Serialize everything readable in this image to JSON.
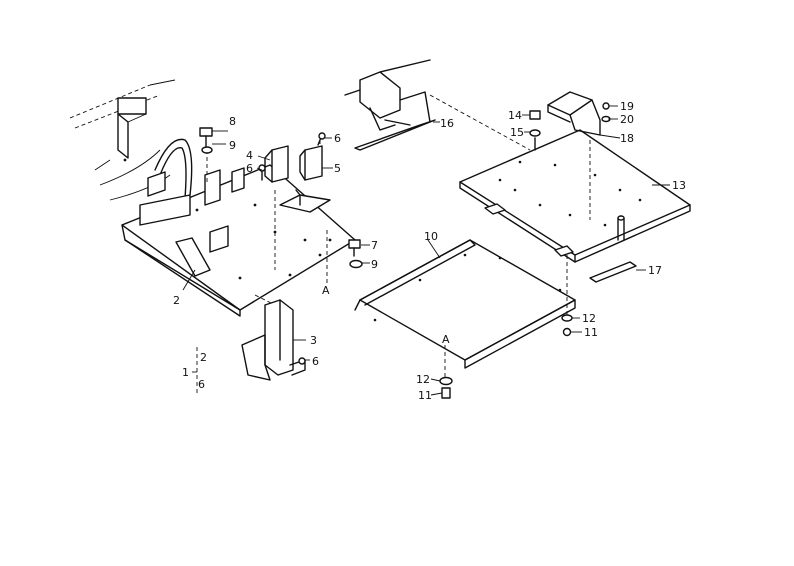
{
  "callouts": {
    "c1": "1",
    "c2": "2",
    "c2b": "2",
    "c3": "3",
    "c4": "4",
    "c5": "5",
    "c6a": "6",
    "c6b": "6",
    "c6c": "6",
    "c6d": "6",
    "c7": "7",
    "c8": "8",
    "c9a": "9",
    "c9b": "9",
    "c10": "10",
    "c11a": "11",
    "c11b": "11",
    "c12a": "12",
    "c12b": "12",
    "c13": "13",
    "c14": "14",
    "c15": "15",
    "c16": "16",
    "c17": "17",
    "c18": "18",
    "c19": "19",
    "c20": "20",
    "cA1": "A",
    "cA2": "A"
  }
}
